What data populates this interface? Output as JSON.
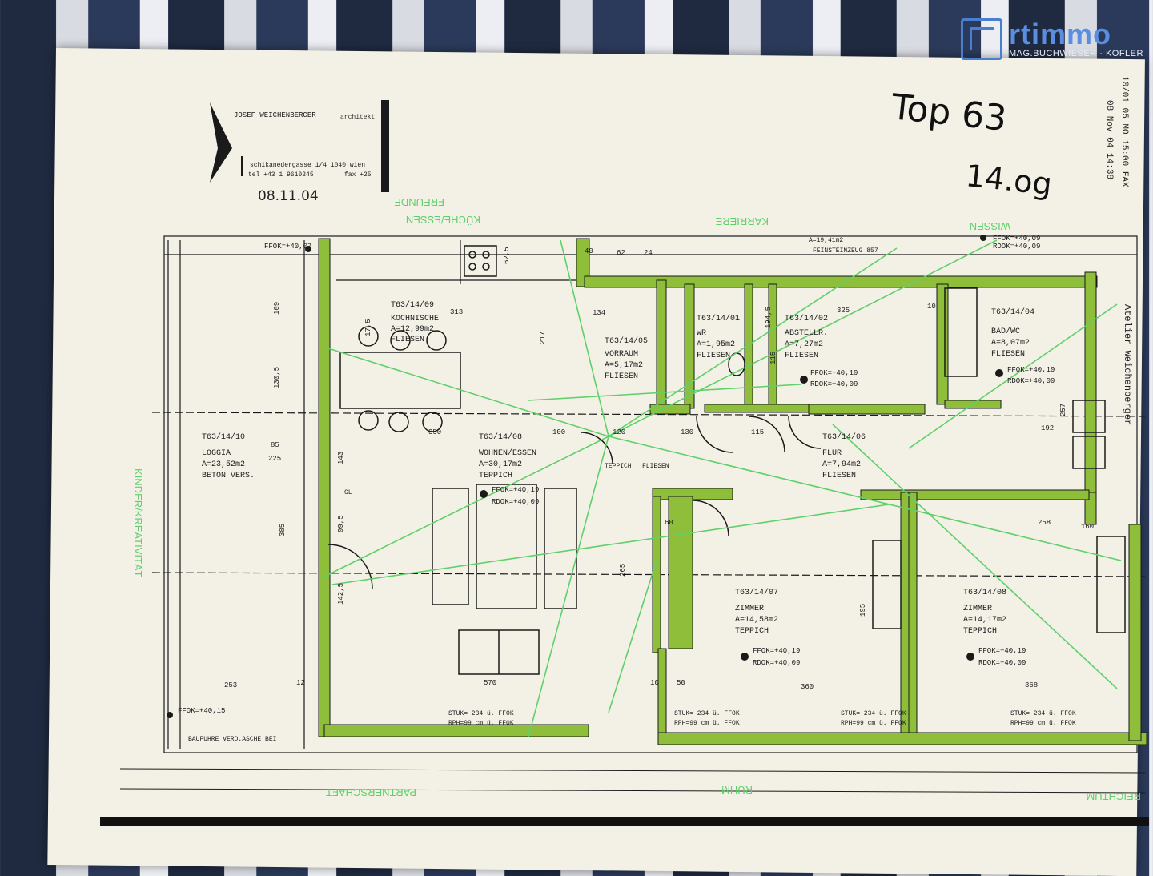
{
  "brand": {
    "name": "rtimmo",
    "subtitle": "MAG.BUCHWIESER · KOFLER"
  },
  "architect": {
    "name": "JOSEF WEICHENBERGER",
    "role": "architekt",
    "address": "schikanedergasse 1/4 1040 wien",
    "phone": "tel +43 1 9610245",
    "fax": "fax +25",
    "date_stamp": "08.11.04"
  },
  "handwritten": {
    "unit": "Top 63",
    "floor": "14.og"
  },
  "fax_header": {
    "line1": "10/01 05 MO 15:00 FAX",
    "line2": "08 Nov 04 14:38",
    "sender": "Atelier Weichenberger"
  },
  "rooms": [
    {
      "id": "T63/14/09",
      "name": "KOCHNISCHE",
      "area": "A=12,99m2",
      "floor": "FLIESEN"
    },
    {
      "id": "T63/14/05",
      "name": "VORRAUM",
      "area": "A=5,17m2",
      "floor": "FLIESEN"
    },
    {
      "id": "T63/14/01",
      "name": "WR",
      "area": "A=1,95m2",
      "floor": "FLIESEN"
    },
    {
      "id": "T63/14/02",
      "name": "ABSTELLR.",
      "area": "A=7,27m2",
      "floor": "FLIESEN"
    },
    {
      "id": "T63/14/04",
      "name": "BAD/WC",
      "area": "A=8,07m2",
      "floor": "FLIESEN"
    },
    {
      "id": "T63/14/10",
      "name": "LOGGIA",
      "area": "A=23,52m2",
      "floor": "BETON VERS."
    },
    {
      "id": "T63/14/08",
      "name": "WOHNEN/ESSEN",
      "area": "A=30,17m2",
      "floor": "TEPPICH"
    },
    {
      "id": "T63/14/06",
      "name": "FLUR",
      "area": "A=7,94m2",
      "floor": "FLIESEN"
    },
    {
      "id": "T63/14/07",
      "name": "ZIMMER",
      "area": "A=14,58m2",
      "floor": "TEPPICH"
    },
    {
      "id": "T63/14/08",
      "name": "ZIMMER",
      "area": "A=14,17m2",
      "floor": "TEPPICH"
    }
  ],
  "levels": {
    "wohnen": [
      "FFOK=+40,19",
      "RDOK=+40,09"
    ],
    "abstell": [
      "FFOK=+40,19",
      "RDOK=+40,09"
    ],
    "bad": [
      "FFOK=+40,19",
      "RDOK=+40,09"
    ],
    "zimmer1": [
      "FFOK=+40,19",
      "RDOK=+40,09"
    ],
    "zimmer2": [
      "FFOK=+40,19",
      "RDOK=+40,09"
    ],
    "loggia_top": "FFOK=+40,07",
    "loggia_bottom": "FFOK=+40,15",
    "top_right": [
      "FFOK=+40,09",
      "RDOK=+40,09"
    ]
  },
  "notes": {
    "feinsteinzeug": "FEINSTEINZEUG 857",
    "area_top": "A=19,41m2",
    "stuk_wohnen": [
      "STUK= 234 ü. FFOK",
      "RPH=99 cm ü. FFOK"
    ],
    "stuk_z1": [
      "STUK= 234 ü. FFOK",
      "RPH=99 cm ü. FFOK"
    ],
    "stuk_z2": [
      "STUK= 234 ü. FFOK",
      "RPH=99 cm ü. FFOK"
    ],
    "stuk_z3": [
      "STUK= 234 ü. FFOK",
      "RPH=99 cm ü. FFOK"
    ],
    "teppich_label": "TEPPICH",
    "fliesen_label": "FLIESEN",
    "gl": "GL",
    "bottom_label": "BAUFUHRE VERD.ASCHE BEI"
  },
  "green_labels": {
    "top_left": "KÜCHE/ESSEN",
    "top_left2": "FREUNDE",
    "top_mid": "KARRIERE",
    "top_right": "WISSEN",
    "left": "KINDER/KREATIVITÄT",
    "bottom_left": "PARTNERSCHAFT",
    "bottom_mid": "RUHM",
    "bottom_right": "REICHTUM"
  },
  "dimensions": [
    "134",
    "217",
    "313",
    "350",
    "100",
    "120",
    "130",
    "115",
    "325",
    "192",
    "258",
    "570",
    "360",
    "368",
    "253",
    "385",
    "225",
    "85",
    "130,5",
    "109",
    "62,5",
    "62",
    "40",
    "24",
    "12",
    "10",
    "17,5",
    "143",
    "99,5",
    "142,5",
    "265",
    "160",
    "115",
    "10",
    "50",
    "60",
    "195",
    "194,5",
    "257"
  ],
  "colors": {
    "wall": "#8fbf3a",
    "ink": "#1a1a1a",
    "green_pen": "#5fd06a",
    "paper": "#f3f1e6"
  }
}
